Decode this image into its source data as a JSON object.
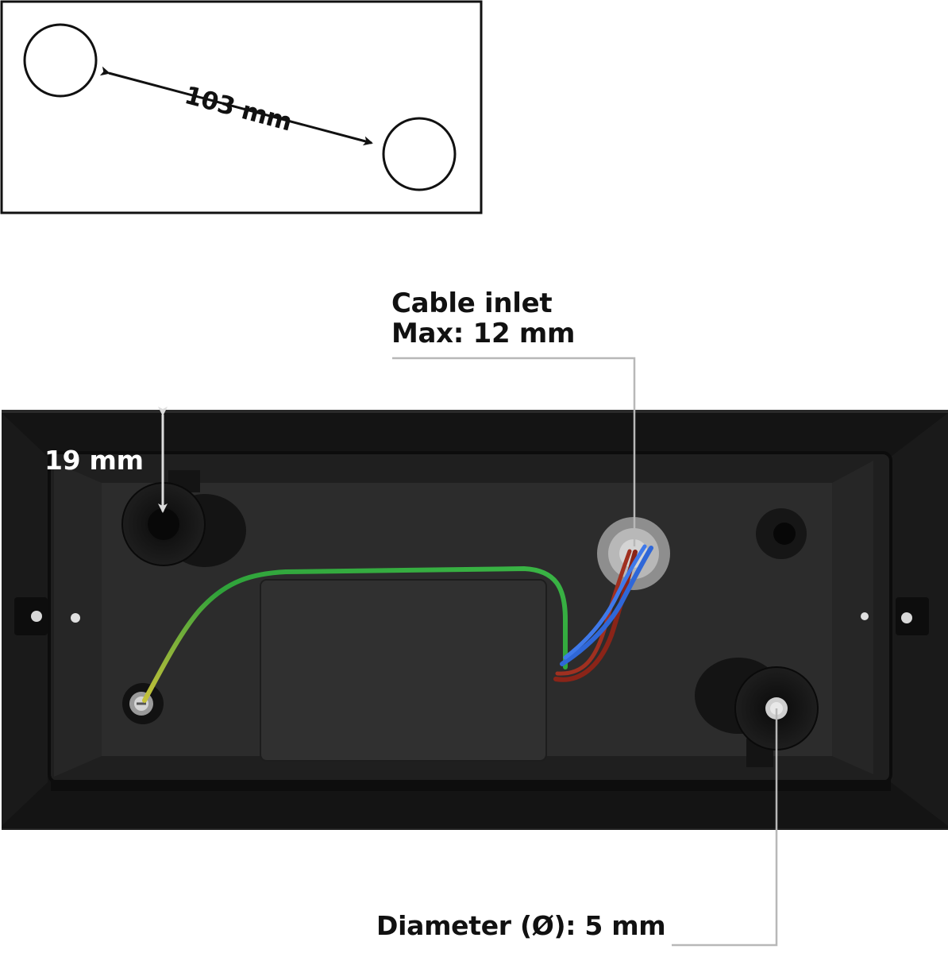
{
  "template_diagram": {
    "distance_label": "103 mm"
  },
  "annotations": {
    "depth_label": "19 mm",
    "cable_inlet_title": "Cable inlet",
    "cable_inlet_max": "Max: 12 mm",
    "hole_diameter": "Diameter (Ø): 5 mm"
  },
  "colors": {
    "housing": "#141414",
    "inner_tray": "#2c2c2c",
    "earth_wire": "#2fa23a",
    "live_wire": "#8a2418",
    "neutral_wire": "#2f67d8",
    "leader_line": "#b8b8b8",
    "outline": "#111111"
  }
}
